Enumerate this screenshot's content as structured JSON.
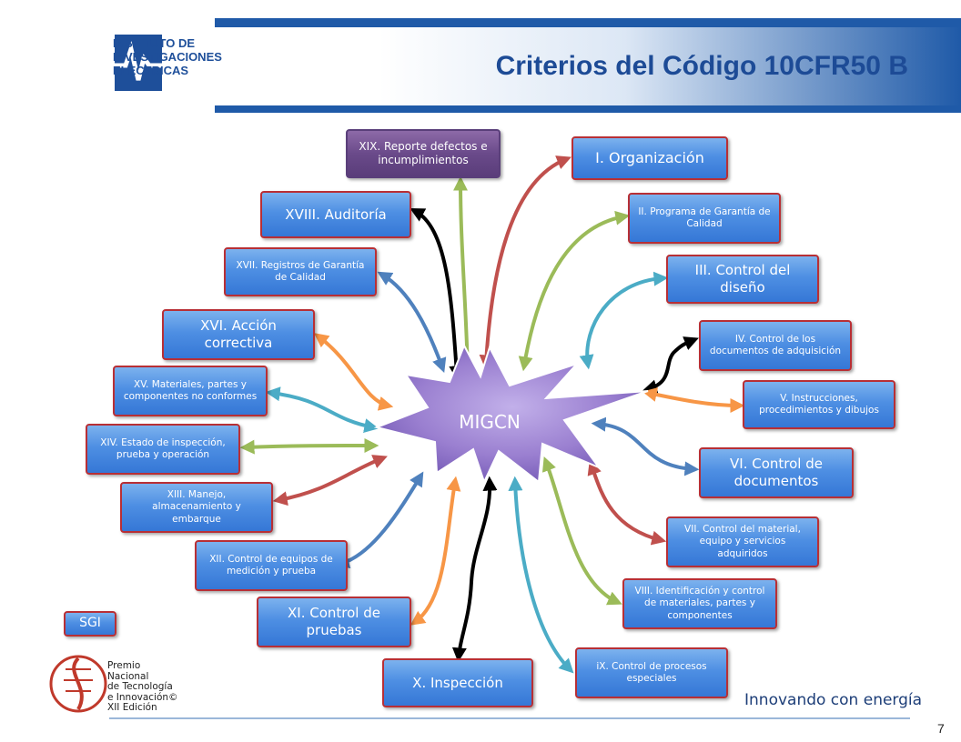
{
  "header": {
    "logo_lines": [
      "INSTITUTO DE",
      "INVESTIGACIONES",
      "ELECTRICAS"
    ],
    "title": "Criterios del Código 10CFR50 B"
  },
  "center": {
    "label": "MIGCN"
  },
  "nodes": {
    "n19": "XIX. Reporte defectos e incumplimientos",
    "n1": "I. Organización",
    "n2": "II. Programa de Garantía de Calidad",
    "n3": "III. Control del diseño",
    "n4": "IV. Control de los documentos de adquisición",
    "n5": "V. Instrucciones, procedimientos y dibujos",
    "n6": "VI. Control de documentos",
    "n7": "VII. Control del material, equipo y servicios adquiridos",
    "n8": "VIII. Identificación y control de materiales, partes y componentes",
    "n9": "iX. Control de procesos especiales",
    "n10": "X. Inspección",
    "n11": "XI. Control de pruebas",
    "n12": "XII. Control de equipos de medición y prueba",
    "n13": "XIII. Manejo, almacenamiento y embarque",
    "n14": "XIV. Estado de inspección, prueba y operación",
    "n15": "XV. Materiales, partes y componentes no conformes",
    "n16": "XVI. Acción correctiva",
    "n17": "XVII. Registros de Garantía de Calidad",
    "n18": "XVIII. Auditoría",
    "sgi": "SGI"
  },
  "footer": {
    "premio_lines": [
      "Premio",
      "Nacional",
      "de Tecnología",
      "e Innovación©",
      "XII Edición"
    ],
    "motto": "Innovando con energía",
    "page": "7"
  },
  "colors": {
    "header_band": "#1f5aa8",
    "title": "#1d4b96",
    "node_fill": "#4e8fe3",
    "node_border": "#b82f35",
    "center_star": "#9a7fd0",
    "arrow_red": "#c0504d",
    "arrow_green": "#9bbb59",
    "arrow_blue": "#4f81bd",
    "arrow_teal": "#4bacc6",
    "arrow_orange": "#f79646",
    "arrow_black": "#000000"
  }
}
